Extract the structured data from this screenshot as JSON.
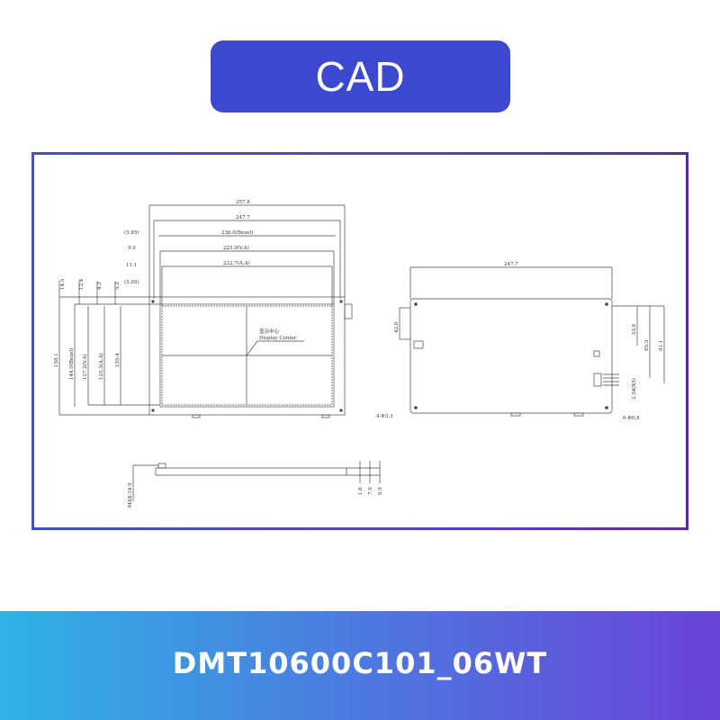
{
  "header": {
    "badge_label": "CAD"
  },
  "drawing": {
    "front_top_dims": [
      "257.8",
      "247.7",
      "236.0(Bezel)",
      "225.0(V.A)",
      "222.7(A.A)"
    ],
    "front_left_top_dims": [
      "(5.85)",
      "9.9",
      "11.1",
      "(5.05)"
    ],
    "front_vert_top_dims": [
      "14.5",
      "12.4",
      "4.3",
      "5.3"
    ],
    "front_vert_dims": [
      "158.1",
      "144.0(Bezel)",
      "127.2(V.A)",
      "125.3(A.A)",
      "135.4"
    ],
    "display_center_cn": "显示中心",
    "display_center_en": "Display Center",
    "rear_top_dim": "247.7",
    "rear_left_dim": "42.8",
    "rear_right_dims": [
      "53.6",
      "85.3",
      "91.1",
      "2.54(X5)"
    ],
    "rear_hole_label": "4-Φ3.3",
    "rear_pin_label": "6-Φ0.8",
    "side_max_label": "MAX:14.9",
    "side_dims": [
      "1.6",
      "7.9",
      "9.9"
    ]
  },
  "footer": {
    "model": "DMT10600C101_06WT"
  }
}
